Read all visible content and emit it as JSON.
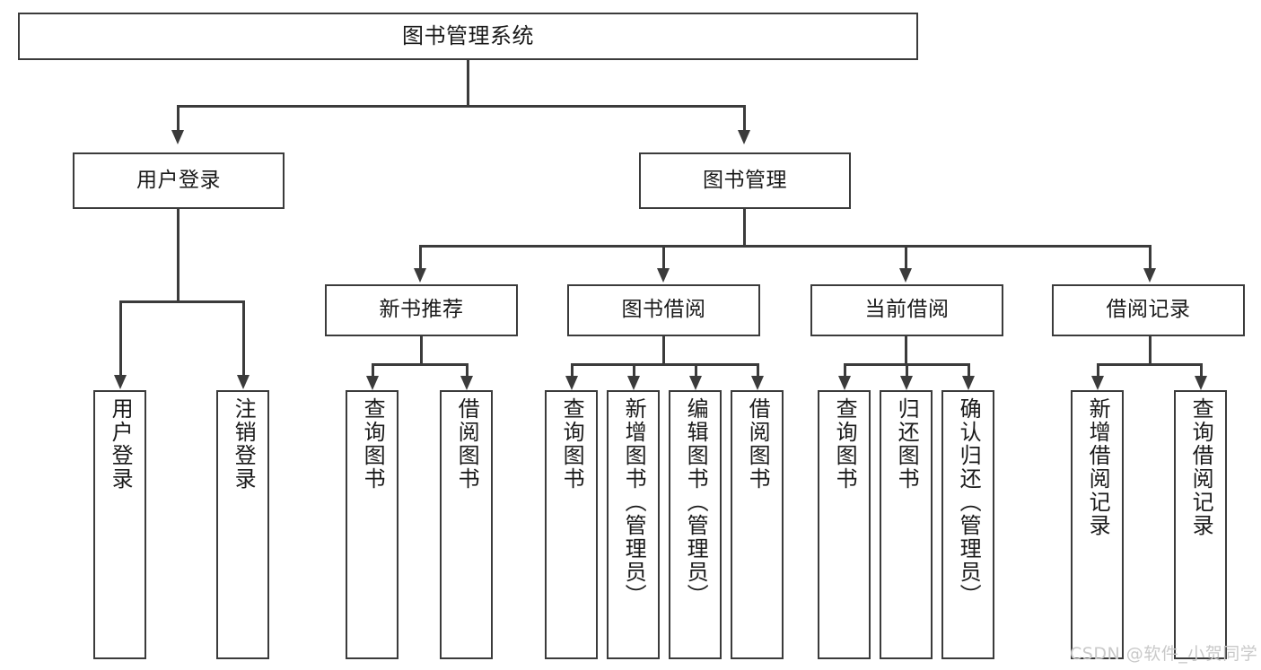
{
  "diagram": {
    "title": "图书管理系统",
    "type": "hierarchy-tree",
    "root": {
      "label": "图书管理系统"
    },
    "level2": [
      {
        "label": "用户登录"
      },
      {
        "label": "图书管理"
      }
    ],
    "level3": [
      {
        "label": "新书推荐"
      },
      {
        "label": "图书借阅"
      },
      {
        "label": "当前借阅"
      },
      {
        "label": "借阅记录"
      }
    ],
    "leaves": {
      "user_login": [
        {
          "label": "用户登录"
        },
        {
          "label": "注销登录"
        }
      ],
      "new_book_recommend": [
        {
          "label": "查询图书"
        },
        {
          "label": "借阅图书"
        }
      ],
      "book_borrow": [
        {
          "label": "查询图书"
        },
        {
          "label": "新增图书（管理员）"
        },
        {
          "label": "编辑图书（管理员）"
        },
        {
          "label": "借阅图书"
        }
      ],
      "current_borrow": [
        {
          "label": "查询图书"
        },
        {
          "label": "归还图书"
        },
        {
          "label": "确认归还（管理员）"
        }
      ],
      "borrow_record": [
        {
          "label": "新增借阅记录"
        },
        {
          "label": "查询借阅记录"
        }
      ]
    }
  },
  "watermark": {
    "text": "CSDN @软件_小贺同学"
  },
  "colors": {
    "stroke": "#3b3b3b",
    "fill": "#ffffff",
    "text": "#1a1a1a",
    "watermark": "#c9c9c9"
  }
}
